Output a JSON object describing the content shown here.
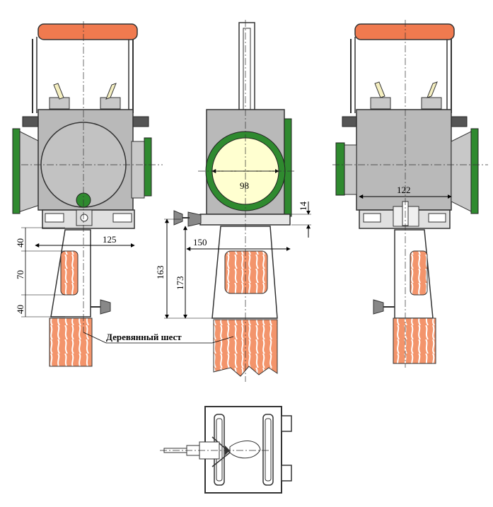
{
  "dimensions": {
    "front_width": "125",
    "side_width": "150",
    "lens_diameter": "98",
    "lens_offset": "14",
    "height_163": "163",
    "height_173": "173",
    "rear_width": "122",
    "socket_top": "40",
    "socket_mid": "70",
    "socket_bottom": "40"
  },
  "labels": {
    "pole": "Деревянный шест"
  },
  "colors": {
    "body": "#b9b9b9",
    "handle_grip": "#f07a4f",
    "lens_frame": "#2f8a2f",
    "lens_glass": "#ffffd0",
    "wood": "#f07a4f",
    "outline": "#222222"
  }
}
